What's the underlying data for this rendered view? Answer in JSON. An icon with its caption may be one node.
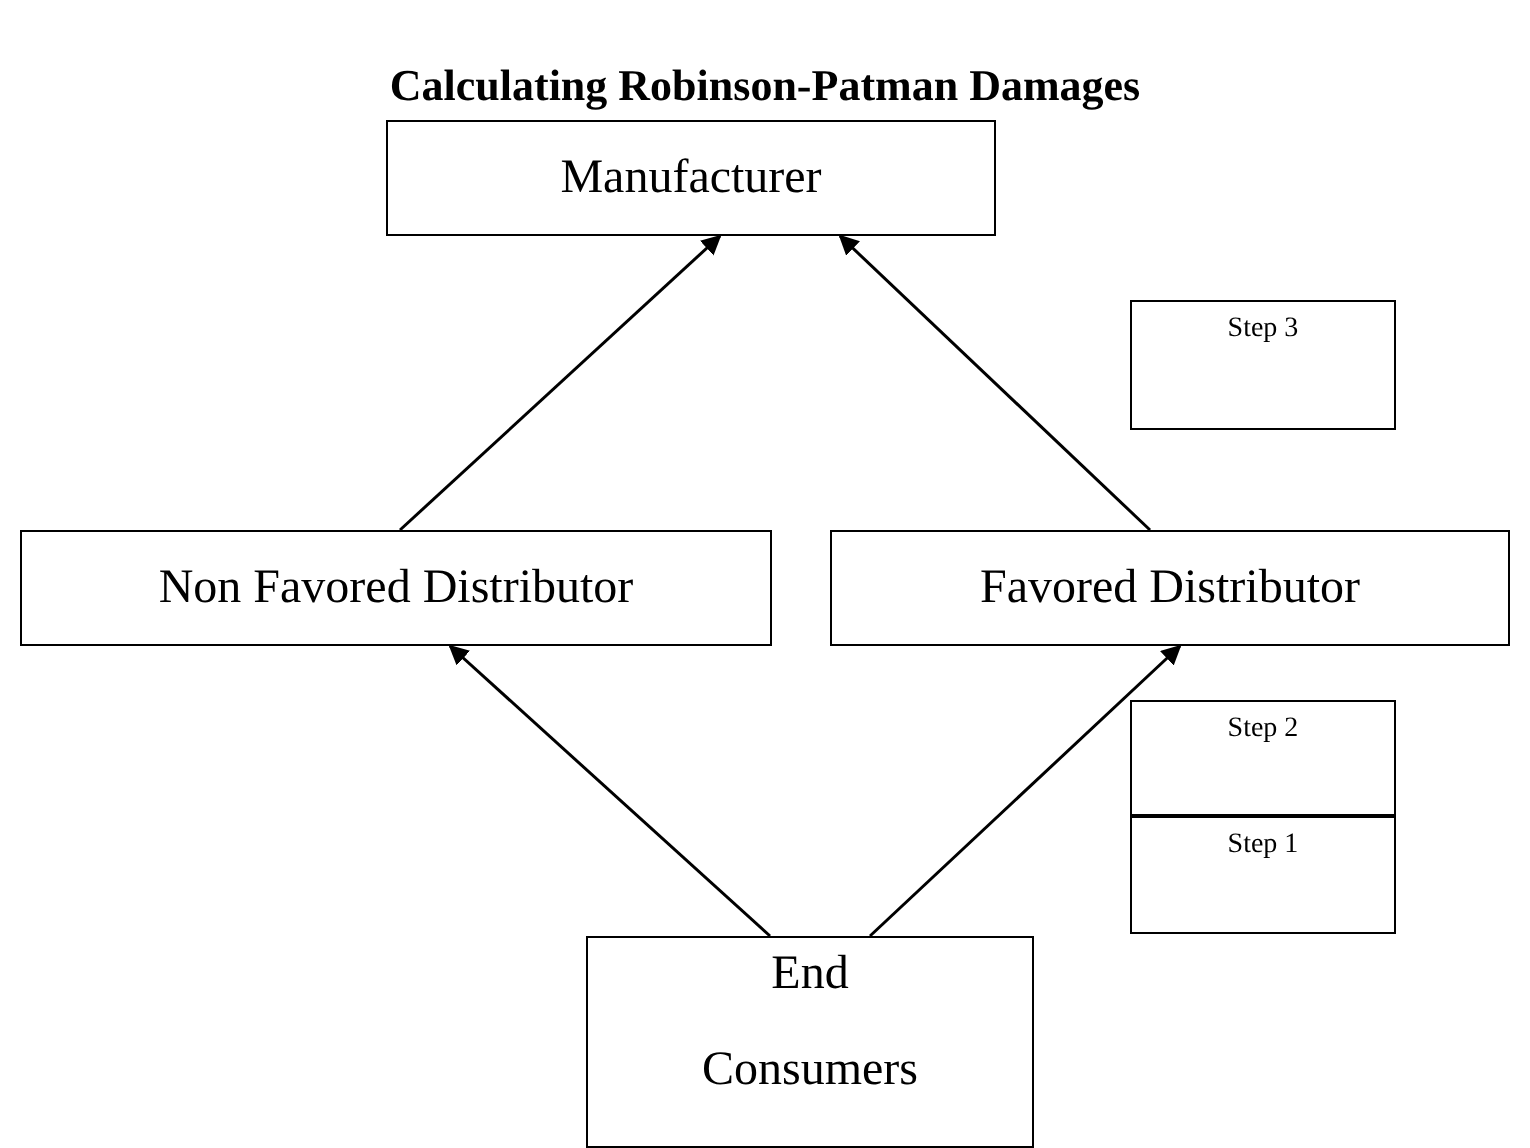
{
  "diagram": {
    "title": "Calculating Robinson-Patman Damages",
    "nodes": [
      {
        "text": [
          "Manufacturer"
        ]
      },
      {
        "text": [
          "Step 3"
        ]
      },
      {
        "text": [
          "Non Favored Distributor"
        ]
      },
      {
        "text": [
          "Favored Distributor"
        ]
      },
      {
        "text": [
          "Step 2"
        ]
      },
      {
        "text": [
          "Step 1"
        ]
      },
      {
        "text": [
          "End Consumers"
        ]
      }
    ],
    "edges": [
      {
        "from": 2,
        "to": 0,
        "arrow": "to"
      },
      {
        "from": 3,
        "to": 0,
        "arrow": "to"
      },
      {
        "from": 6,
        "to": 2,
        "arrow": "to"
      },
      {
        "from": 6,
        "to": 3,
        "arrow": "to"
      }
    ]
  }
}
